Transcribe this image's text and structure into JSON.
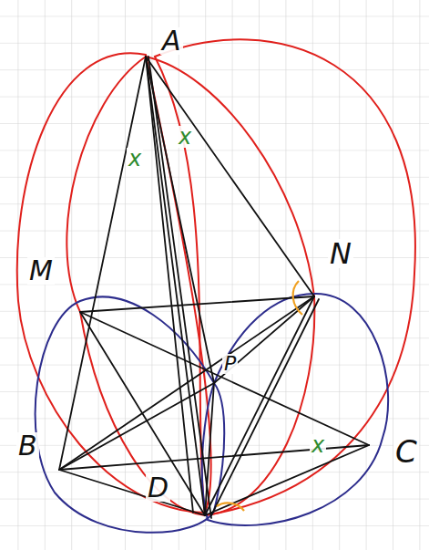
{
  "diagram": {
    "labels": [
      "A",
      "M",
      "N",
      "B",
      "C",
      "D",
      "P",
      "x",
      "x",
      "x"
    ]
  }
}
